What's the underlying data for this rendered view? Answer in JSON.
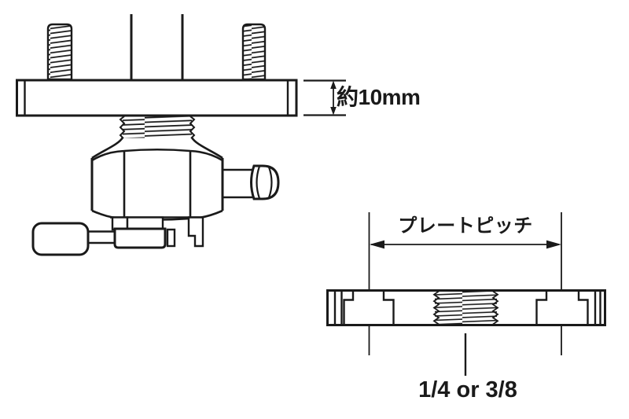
{
  "canvas": {
    "background": "#ffffff",
    "line_color": "#1a1a1a"
  },
  "labels": {
    "plate_thickness": "約10mm",
    "plate_pitch": "プレートピッチ",
    "thread_size": "1/4 or 3/8"
  }
}
